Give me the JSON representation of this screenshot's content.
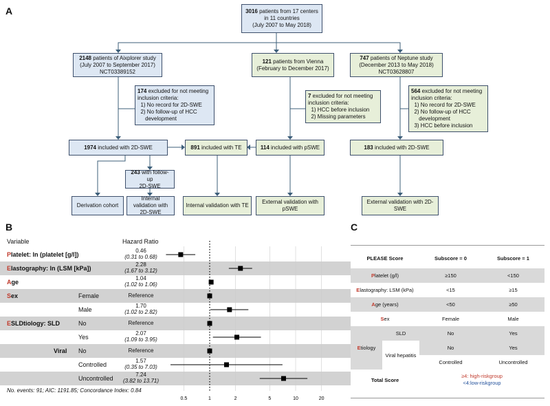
{
  "panels": {
    "a": "A",
    "b": "B",
    "c": "C"
  },
  "flow": {
    "top": {
      "bold": "3016",
      "text": " patients from 17 centers in 11 countries",
      "sub": "(July 2007 to May 2018)"
    },
    "aix": {
      "bold": "2148",
      "text": " patients of Aixplorer study",
      "l2": "(July 2007 to September 2017)",
      "l3": "NCT03389152"
    },
    "vienna": {
      "bold": "121",
      "text": " patients from Vienna",
      "l2": "(February to December 2017)"
    },
    "neptune": {
      "bold": "747",
      "text": " patients of Neptune study",
      "l2": "(December 2013 to May 2018)",
      "l3": "NCT03628807"
    },
    "ex1": {
      "bold": "174",
      "text": " excluded for not meeting inclusion criteria:",
      "i1": "1) No record for 2D-SWE",
      "i2": "2) No follow-up of HCC",
      "i3": "development"
    },
    "ex2": {
      "bold": "7",
      "text": " excluded for not meeting inclusion criteria:",
      "i1": "1) HCC before inclusion",
      "i2": "2) Missing parameters"
    },
    "ex3": {
      "bold": "564",
      "text": " excluded for not meeting inclusion criteria:",
      "i1": "1) No record for 2D-SWE",
      "i2": "2) No follow-up of HCC",
      "i3": "development",
      "i4": "3) HCC before inclusion"
    },
    "inc1": {
      "bold": "1974",
      "text": " included with 2D-SWE"
    },
    "inc_te": {
      "bold": "891",
      "text": " included with TE"
    },
    "inc_p": {
      "bold": "114",
      "text": " included with pSWE"
    },
    "inc_n": {
      "bold": "183",
      "text": " included with 2D-SWE"
    },
    "fu": {
      "bold": "243",
      "text": " with follow-up",
      "l2": "2D-SWE"
    },
    "deriv": "Derivation cohort",
    "intval": "Internal validation with 2D-SWE",
    "intte": "Internal validation with TE",
    "extp": "External validation with pSWE",
    "ext2d": "External validation with 2D-SWE"
  },
  "forest": {
    "hdr_var": "Variable",
    "hdr_hr": "Hazard Ratio",
    "rows": [
      {
        "first": "P",
        "rest": "latelet: ln (platelet [g/l])",
        "sub": "",
        "hr": "0.46",
        "ci": "(0.31 to 0.68)"
      },
      {
        "first": "E",
        "rest": "lastography: ln (LSM [kPa])",
        "sub": "",
        "hr": "2.28",
        "ci": "(1.67 to 3.12)"
      },
      {
        "first": "A",
        "rest": "ge",
        "sub": "",
        "hr": "1.04",
        "ci": "(1.02 to 1.06)"
      },
      {
        "first": "S",
        "rest": "ex",
        "sub": "Female",
        "hr": "Reference",
        "ci": ""
      },
      {
        "first": "",
        "rest": "",
        "sub": "Male",
        "hr": "1.70",
        "ci": "(1.02 to 2.82)"
      },
      {
        "first": "E",
        "rest": "SLDtiology: SLD",
        "sub": "No",
        "hr": "Reference",
        "ci": ""
      },
      {
        "first": "",
        "rest": "",
        "sub": "Yes",
        "hr": "2.07",
        "ci": "(1.09 to 3.95)"
      },
      {
        "first": "",
        "rest": "Viral",
        "sub": "No",
        "hr": "Reference",
        "ci": ""
      },
      {
        "first": "",
        "rest": "",
        "sub": "Controlled",
        "hr": "1.57",
        "ci": "(0.35 to 7.03)"
      },
      {
        "first": "",
        "rest": "",
        "sub": "Uncontrolled",
        "hr": "7.24",
        "ci": "(3.82 to 13.71)"
      }
    ],
    "footer": "No. events: 91; AIC: 1191.85; Concordance Index: 0.84",
    "ticks": [
      "0.5",
      "1",
      "2",
      "5",
      "10",
      "20"
    ],
    "points": [
      {
        "est": 0.46,
        "lo": 0.31,
        "hi": 0.68
      },
      {
        "est": 2.28,
        "lo": 1.67,
        "hi": 3.12
      },
      {
        "est": 1.04,
        "lo": 1.02,
        "hi": 1.06
      },
      {
        "est": 1.0,
        "lo": 1.0,
        "hi": 1.0
      },
      {
        "est": 1.7,
        "lo": 1.02,
        "hi": 2.82
      },
      {
        "est": 1.0,
        "lo": 1.0,
        "hi": 1.0
      },
      {
        "est": 2.07,
        "lo": 1.09,
        "hi": 3.95
      },
      {
        "est": 1.0,
        "lo": 1.0,
        "hi": 1.0
      },
      {
        "est": 1.57,
        "lo": 0.35,
        "hi": 7.03
      },
      {
        "est": 7.24,
        "lo": 3.82,
        "hi": 13.71
      }
    ]
  },
  "score": {
    "h_score": "PLEASE Score",
    "h_s0": "Subscore = 0",
    "h_s1": "Subscore = 1",
    "platelet": {
      "first": "P",
      "rest": "latelet (g/l)",
      "s0": "≥150",
      "s1": "<150"
    },
    "elasto": {
      "first": "E",
      "rest": "lastography: LSM (kPa)",
      "s0": "<15",
      "s1": "≥15"
    },
    "age": {
      "first": "A",
      "rest": "ge (years)",
      "s0": "<50",
      "s1": "≥50"
    },
    "sex": {
      "first": "S",
      "rest": "ex",
      "s0": "Female",
      "s1": "Male"
    },
    "etiology": {
      "first": "E",
      "rest": "tiology",
      "sld": "SLD",
      "sld0": "No",
      "sld1": "Yes",
      "viral": "Viral hepatitis",
      "v0a": "No",
      "v1a": "Yes",
      "v0b": "Controlled",
      "v1b": "Uncontrolled"
    },
    "total": "Total Score",
    "high": "≥4: high-riskgroup",
    "low": "<4:low-riskgroup",
    "colors": {
      "high": "#c0392b",
      "low": "#1f4e9a"
    }
  }
}
